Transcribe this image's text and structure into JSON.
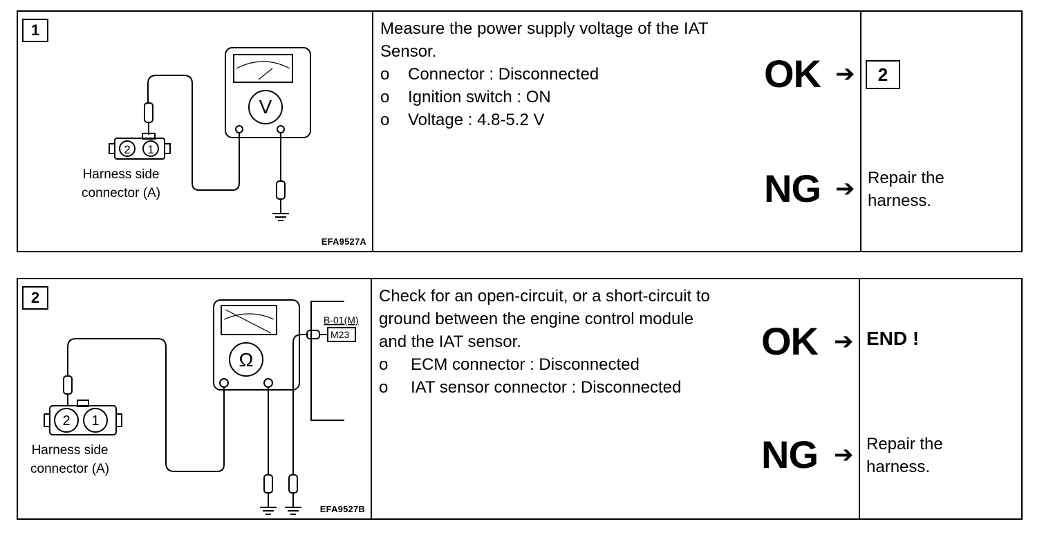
{
  "steps": [
    {
      "number": "1",
      "figure_code": "EFA9527A",
      "harness_label_line1": "Harness side",
      "harness_label_line2": "connector (A)",
      "pin_left": "2",
      "pin_right": "1",
      "meter_symbol": "V",
      "description": "Measure the power supply voltage of the IAT Sensor.",
      "conditions": [
        {
          "bullet": "o",
          "text": "Connector : Disconnected"
        },
        {
          "bullet": "o",
          "text": "Ignition switch : ON"
        },
        {
          "bullet": "o",
          "text": "Voltage : 4.8-5.2 V"
        }
      ],
      "ok_label": "OK",
      "ng_label": "NG",
      "arrow": "➔",
      "ok_result": "2",
      "ng_result_line1": "Repair the",
      "ng_result_line2": "harness."
    },
    {
      "number": "2",
      "figure_code": "EFA9527B",
      "harness_label_line1": "Harness side",
      "harness_label_line2": "connector (A)",
      "pin_left": "2",
      "pin_right": "1",
      "meter_symbol": "Ω",
      "ecm_connector_label": "B-01(M)",
      "ecm_pin_label": "M23",
      "description_line1": "Check for an open-circuit, or a short-circuit to",
      "description_line2": "ground between the engine control module",
      "description_line3": "and the IAT sensor.",
      "conditions": [
        {
          "bullet": "o",
          "text": "ECM connector : Disconnected"
        },
        {
          "bullet": "o",
          "text": "IAT sensor connector : Disconnected"
        }
      ],
      "ok_label": "OK",
      "ng_label": "NG",
      "arrow": "➔",
      "ok_result": "END !",
      "ng_result_line1": "Repair the",
      "ng_result_line2": "harness."
    }
  ]
}
